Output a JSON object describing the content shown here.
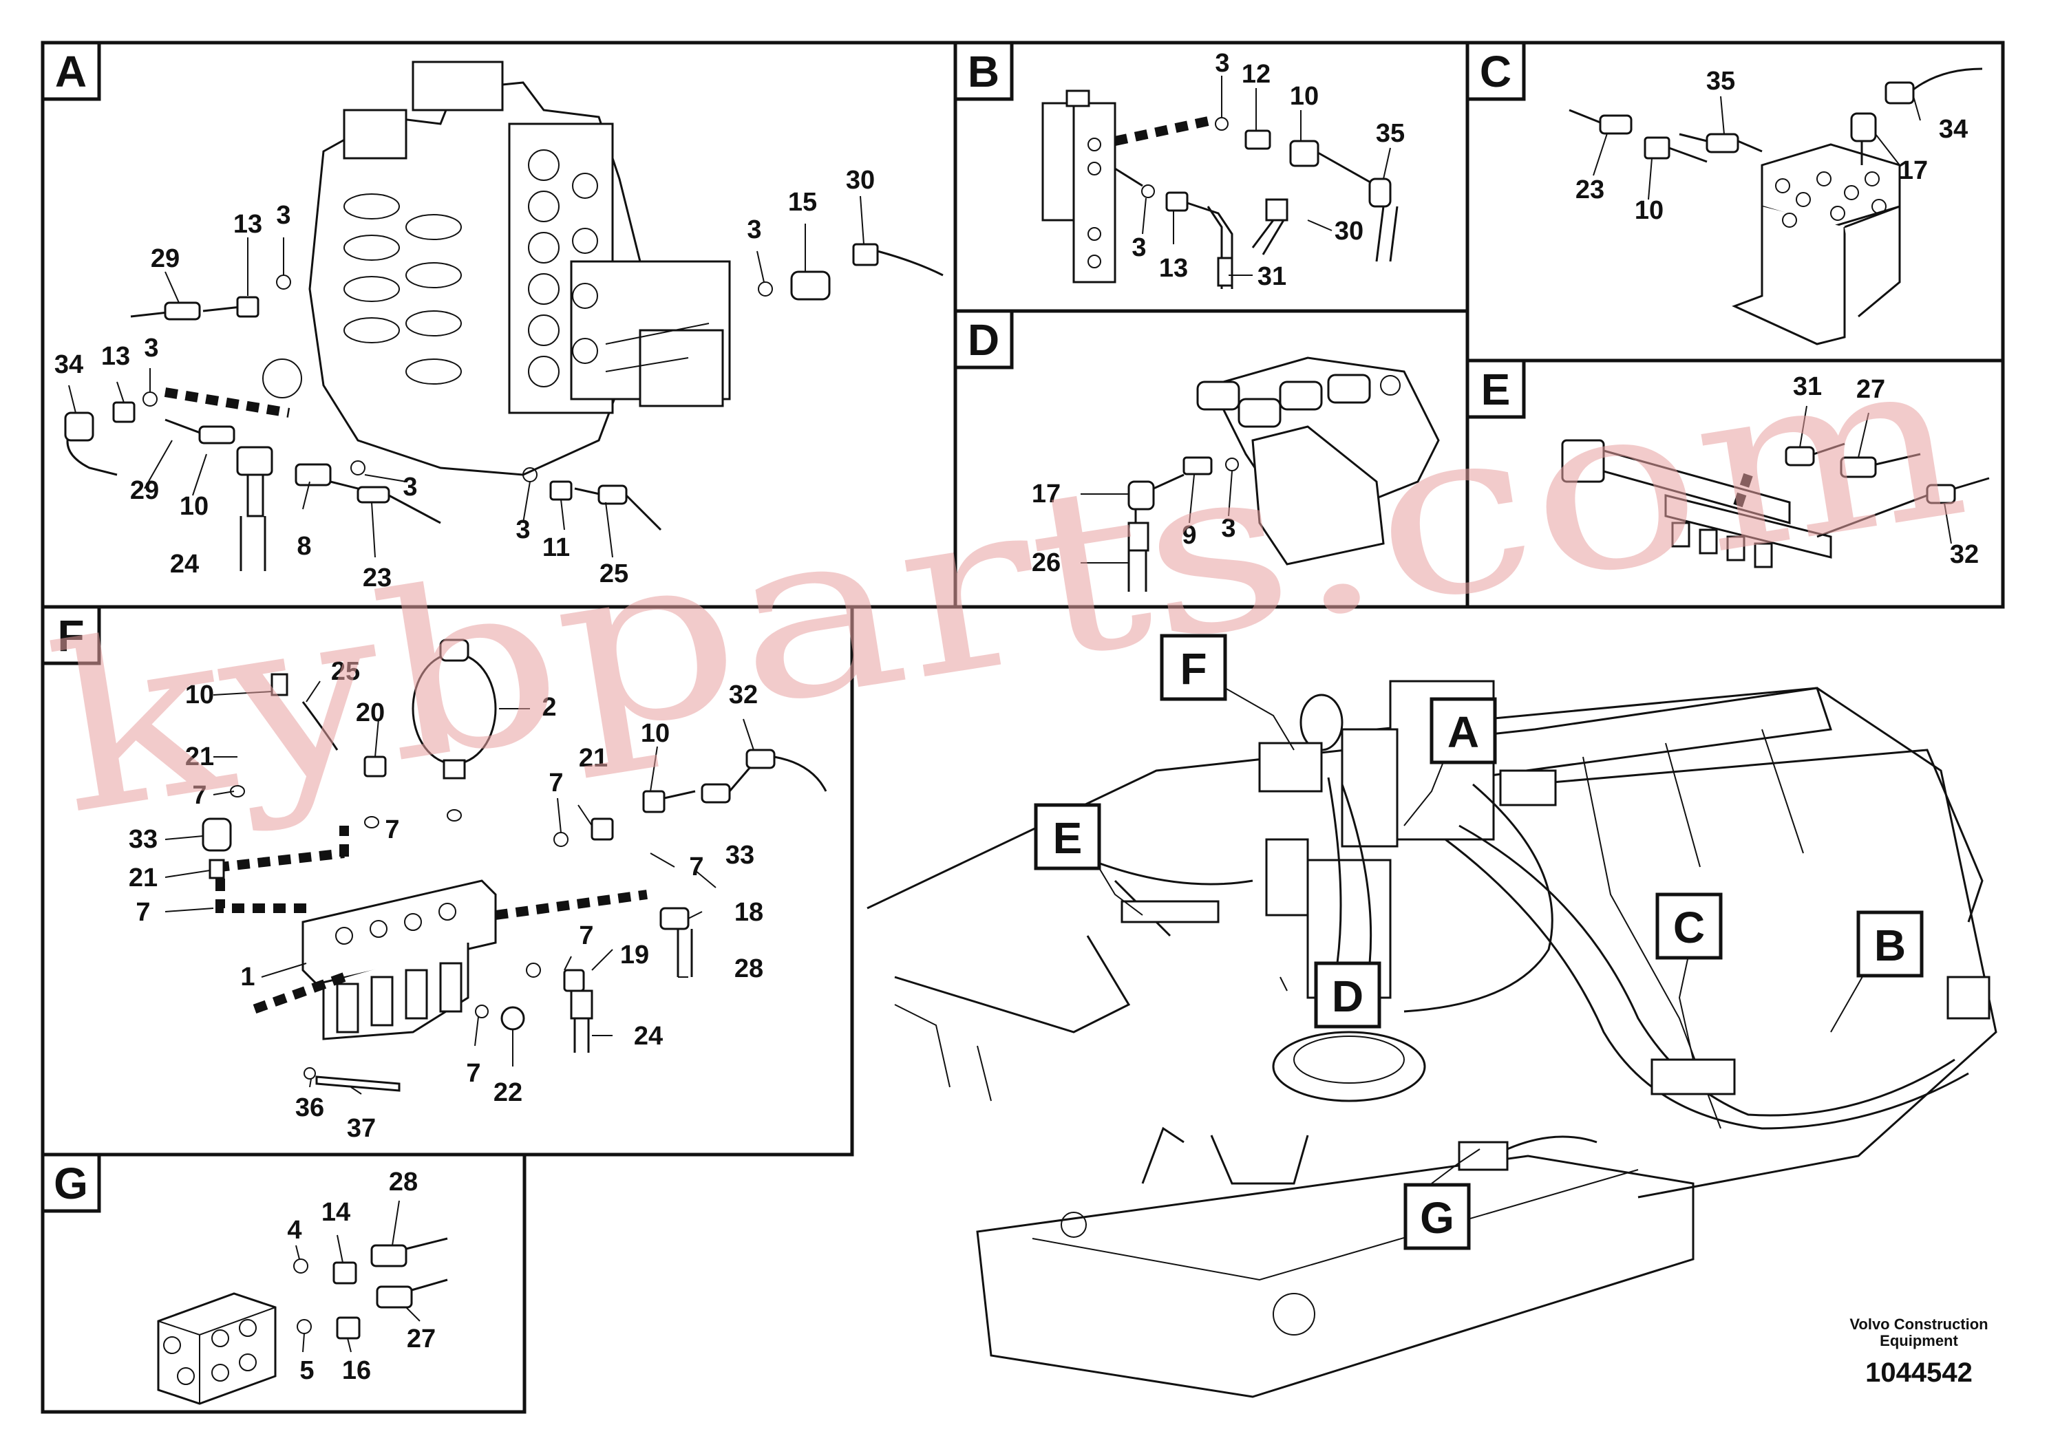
{
  "panels": {
    "A": {
      "letter": "A",
      "labels": [
        "29",
        "13",
        "3",
        "34",
        "13",
        "3",
        "29",
        "10",
        "24",
        "8",
        "23",
        "3",
        "3",
        "11",
        "25",
        "3",
        "15",
        "30"
      ]
    },
    "B": {
      "letter": "B",
      "labels": [
        "3",
        "12",
        "10",
        "35",
        "3",
        "13",
        "31",
        "30"
      ]
    },
    "C": {
      "letter": "C",
      "labels": [
        "35",
        "34",
        "23",
        "10",
        "17"
      ]
    },
    "D": {
      "letter": "D",
      "labels": [
        "17",
        "26",
        "9",
        "3"
      ]
    },
    "E": {
      "letter": "E",
      "labels": [
        "31",
        "27",
        "32"
      ]
    },
    "F": {
      "letter": "F",
      "labels": [
        "10",
        "25",
        "2",
        "20",
        "21",
        "7",
        "33",
        "21",
        "7",
        "1",
        "7",
        "36",
        "37",
        "7",
        "22",
        "32",
        "10",
        "21",
        "7",
        "7",
        "33",
        "18",
        "28",
        "7",
        "19",
        "24"
      ]
    },
    "G": {
      "letter": "G",
      "labels": [
        "28",
        "14",
        "4",
        "5",
        "16",
        "27"
      ]
    }
  },
  "overview_callouts": [
    "F",
    "A",
    "E",
    "C",
    "B",
    "D",
    "G"
  ],
  "footer": {
    "credit_line1": "Volvo Construction",
    "credit_line2": "Equipment",
    "doc_number": "1044542"
  },
  "watermark": "kybparts.com"
}
